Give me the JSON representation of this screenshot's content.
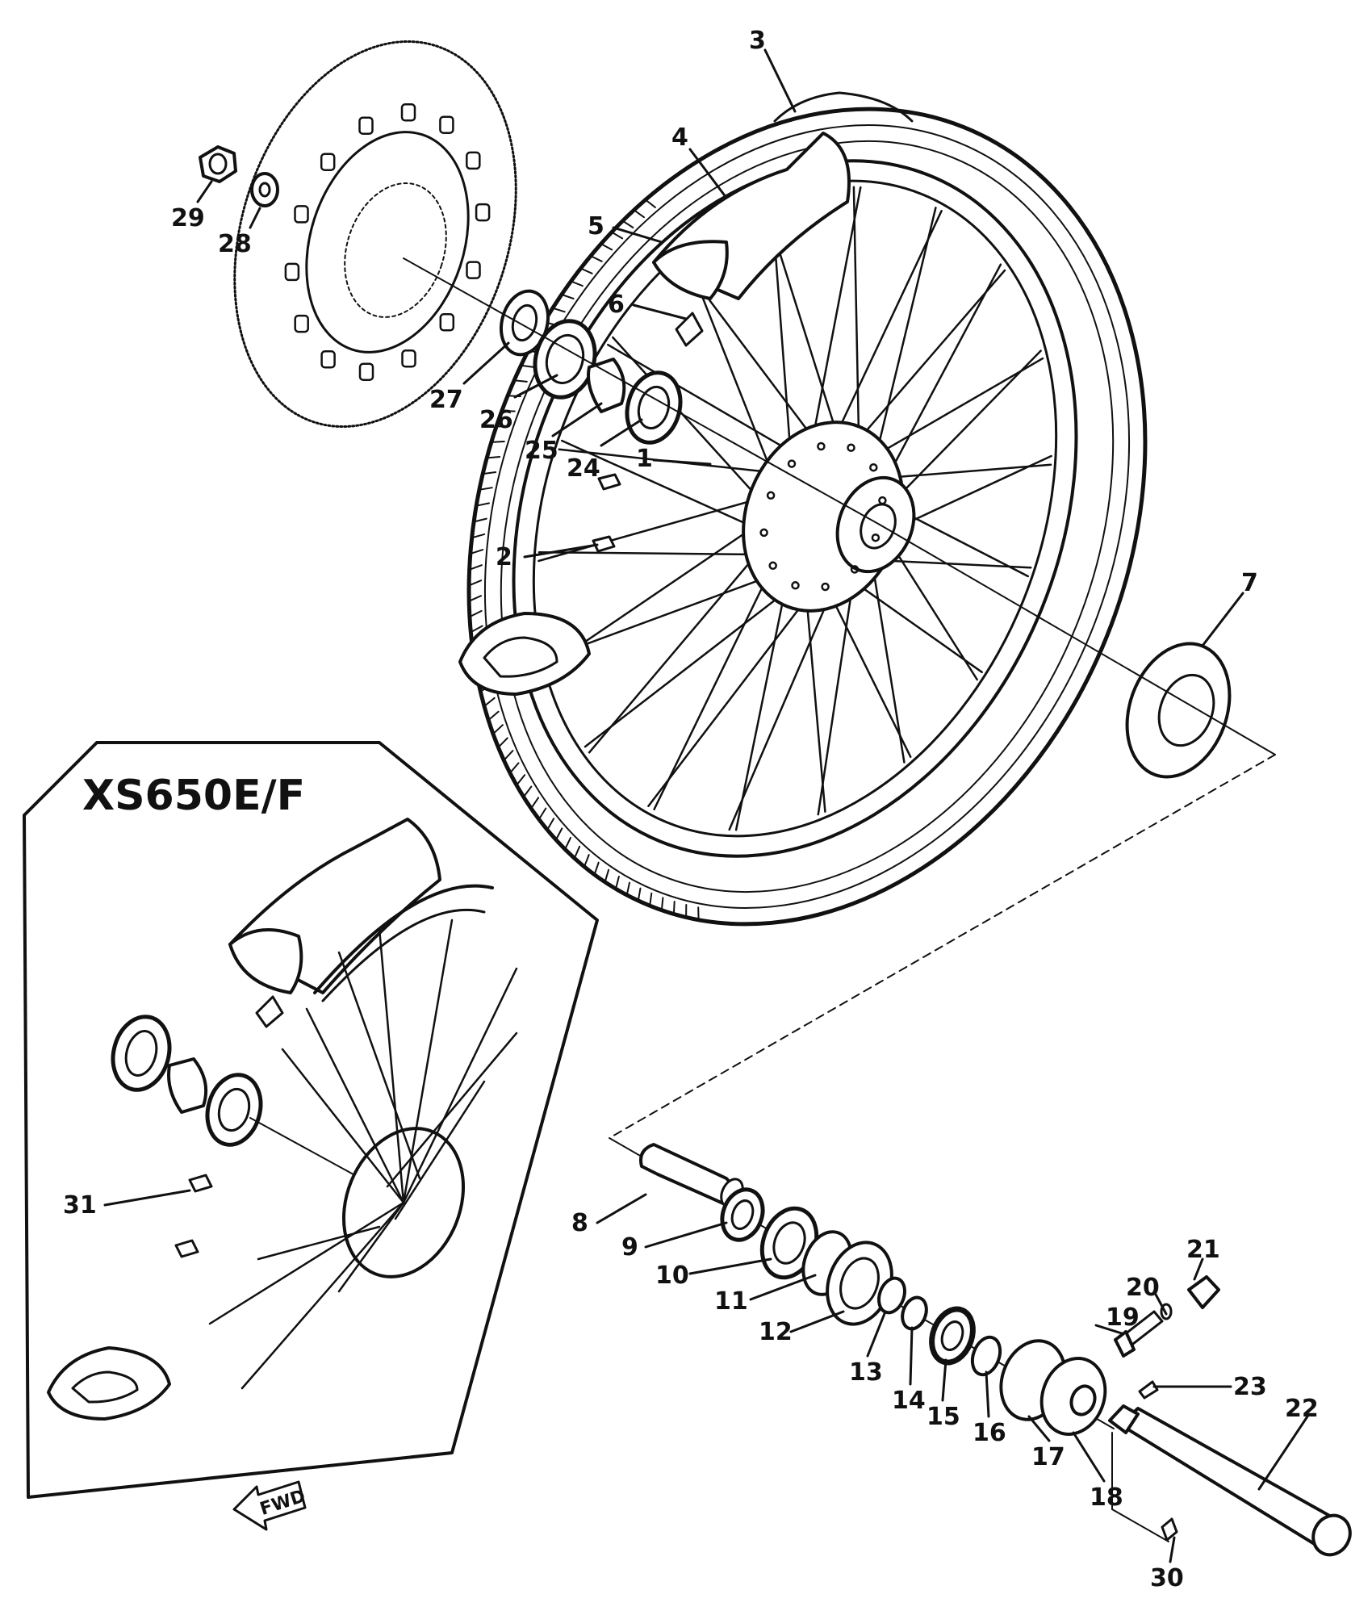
{
  "diagram": {
    "inset_title": "XS650E/F",
    "fwd_label": "FWD",
    "callouts": [
      "1",
      "2",
      "3",
      "4",
      "5",
      "6",
      "7",
      "8",
      "9",
      "10",
      "11",
      "12",
      "13",
      "14",
      "15",
      "16",
      "17",
      "18",
      "19",
      "20",
      "21",
      "22",
      "23",
      "24",
      "25",
      "26",
      "27",
      "28",
      "29",
      "30",
      "31"
    ],
    "colors": {
      "ink": "#111111",
      "paper": "#ffffff"
    }
  }
}
